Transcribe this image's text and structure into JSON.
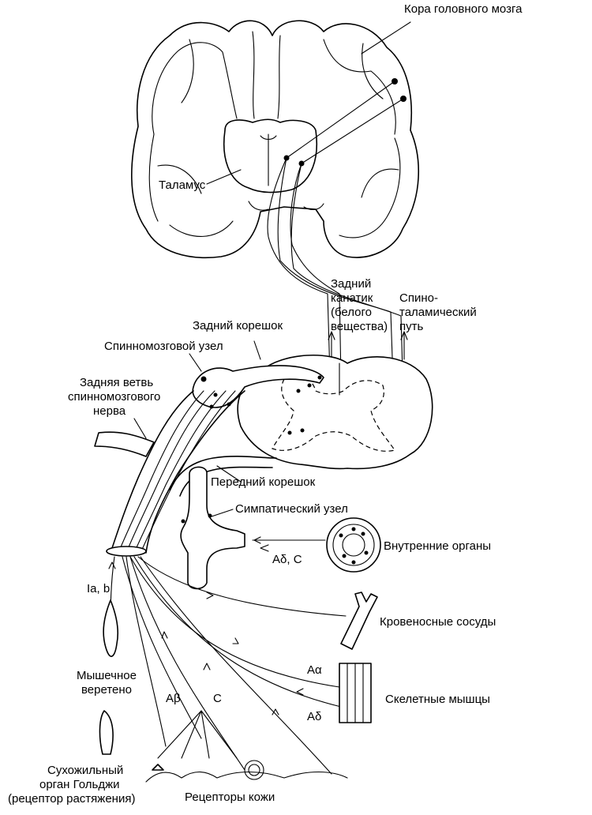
{
  "labels": {
    "cortex": "Кора головного мозга",
    "thalamus": "Таламус",
    "dorsal_column_l1": "Задний",
    "dorsal_column_l2": "канатик",
    "dorsal_column_l3": "(белого",
    "dorsal_column_l4": "вещества)",
    "spinothalamic_l1": "Спино-",
    "spinothalamic_l2": "таламический",
    "spinothalamic_l3": "путь",
    "dorsal_root": "Задний корешок",
    "spinal_ganglion": "Спинномозговой узел",
    "dorsal_branch_l1": "Задняя ветвь",
    "dorsal_branch_l2": "спинномозгового",
    "dorsal_branch_l3": "нерва",
    "ventral_root": "Передний корешок",
    "sympathetic_ganglion": "Симпатический узел",
    "internal_organs": "Внутренние органы",
    "fibers_visceral": "Aδ, C",
    "fibers_ia_b": "Ia, b",
    "blood_vessels": "Кровеносные сосуды",
    "fiber_a_alpha": "Aα",
    "muscle_spindle_l1": "Мышечное",
    "muscle_spindle_l2": "веретено",
    "fiber_a_beta": "Aβ",
    "fiber_c": "C",
    "skeletal_muscles": "Скелетные мышцы",
    "fiber_a_delta": "Aδ",
    "golgi_l1": "Сухожильный",
    "golgi_l2": "орган Гольджи",
    "golgi_l3": "(рецептор растяжения)",
    "skin_receptors": "Рецепторы кожи"
  }
}
